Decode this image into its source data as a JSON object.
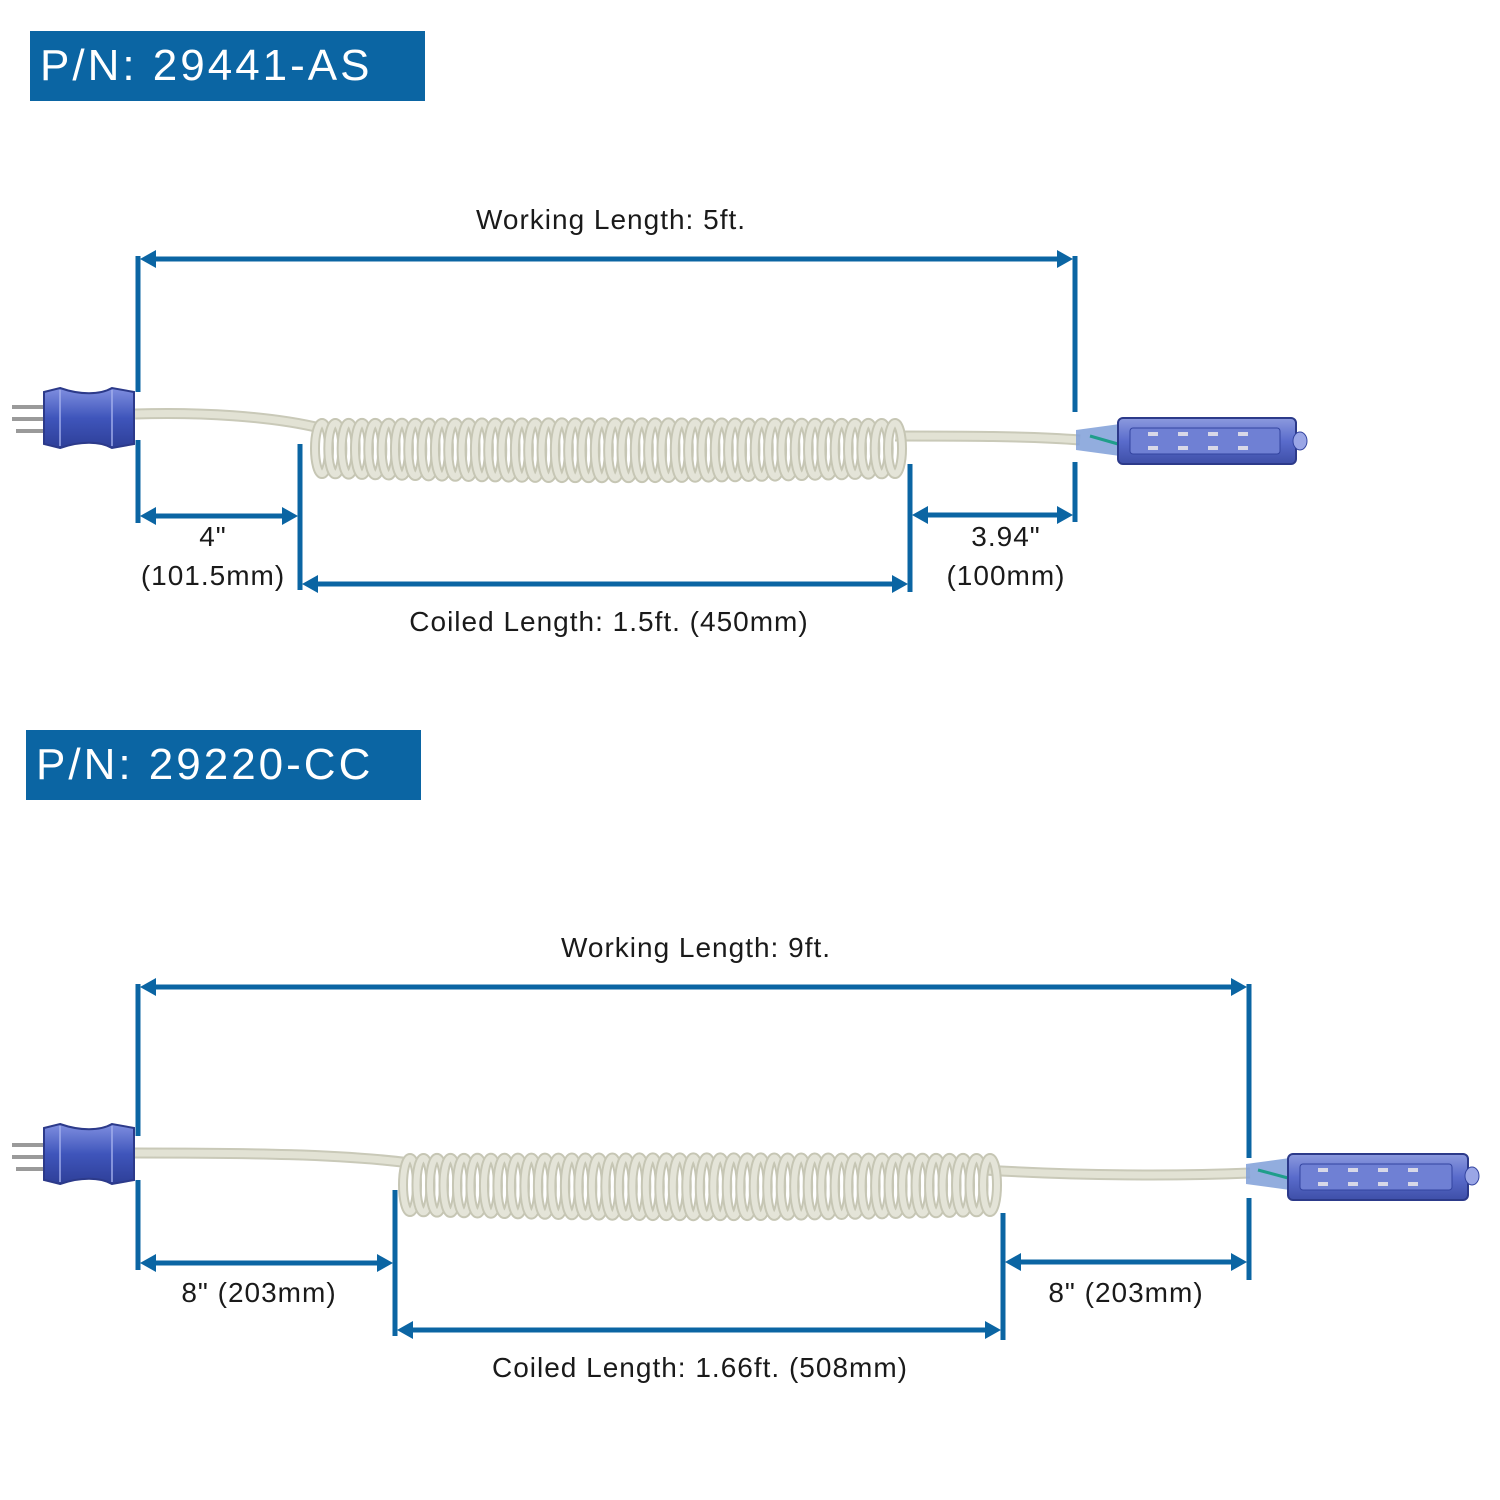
{
  "products": [
    {
      "part_number": "P/N: 29441-AS",
      "working_length": "Working Length: 5ft.",
      "plug_end_length": "4\"",
      "plug_end_length_mm": "(101.5mm)",
      "coiled_length": "Coiled Length: 1.5ft. (450mm)",
      "outlet_end_length": "3.94\"",
      "outlet_end_length_mm": "(100mm)"
    },
    {
      "part_number": "P/N: 29220-CC",
      "working_length": "Working Length: 9ft.",
      "plug_end_length": "8\" (203mm)",
      "coiled_length": "Coiled Length: 1.66ft. (508mm)",
      "outlet_end_length": "8\" (203mm)"
    }
  ],
  "colors": {
    "brand_blue": "#0b65a3",
    "cord": "#dcdccc",
    "connector": "#4a5fc0"
  }
}
